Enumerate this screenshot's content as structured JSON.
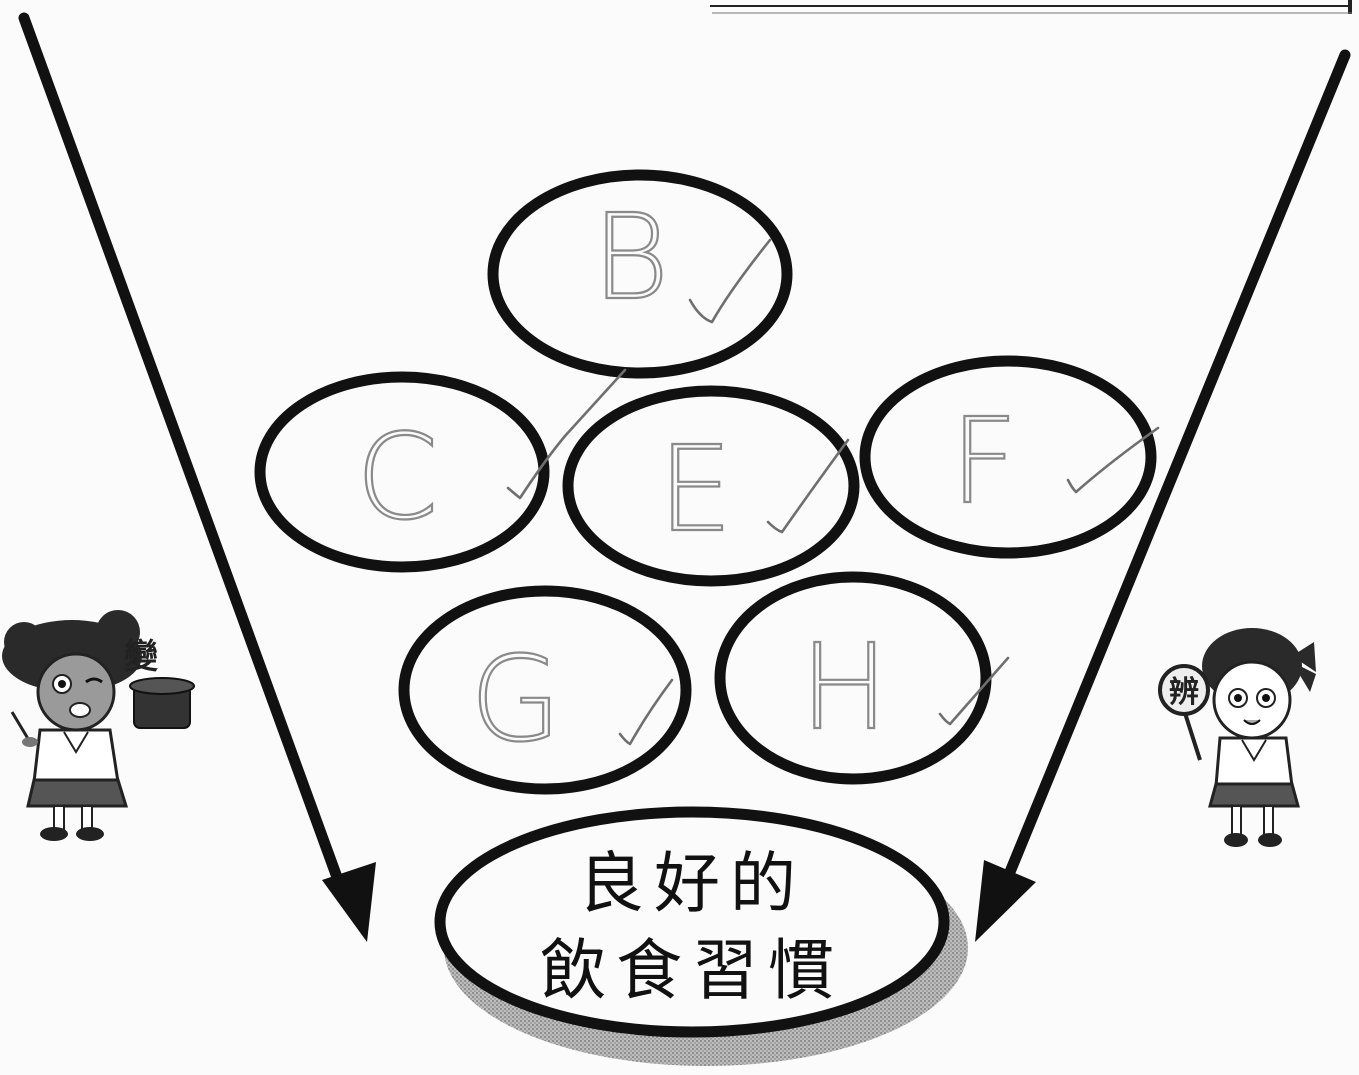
{
  "circles": [
    {
      "letter": "B",
      "checked": true
    },
    {
      "letter": "C",
      "checked": true
    },
    {
      "letter": "E",
      "checked": true
    },
    {
      "letter": "F",
      "checked": true
    },
    {
      "letter": "G",
      "checked": true
    },
    {
      "letter": "H",
      "checked": true
    }
  ],
  "target": {
    "line1": "良好的",
    "line2": "飲食習慣"
  },
  "characters": {
    "left_badge": "變",
    "right_badge": "辨"
  }
}
